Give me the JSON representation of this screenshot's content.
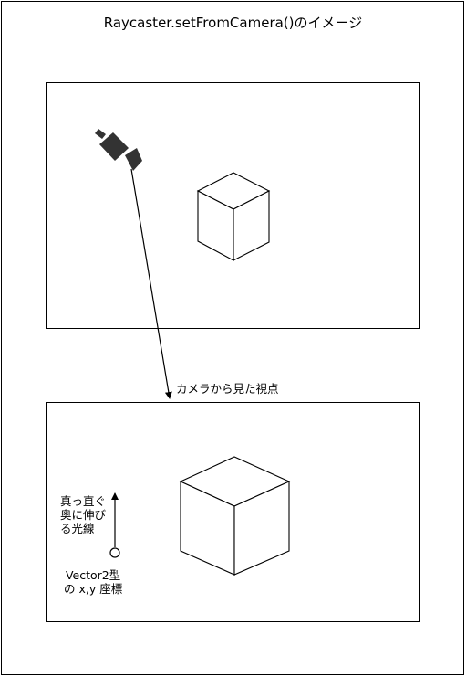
{
  "title": "Raycaster.setFromCamera()のイメージ",
  "camera_view_label": "カメラから見た視点",
  "ray_label_lines": [
    "真っ直ぐ",
    "奥に伸び",
    "る光線"
  ],
  "vector_label_lines": [
    "Vector2型",
    "の x,y 座標"
  ],
  "colors": {
    "stroke": "#000000",
    "camera": "#333333",
    "background": "#ffffff"
  },
  "icons": [
    "camera-icon",
    "cube-icon"
  ]
}
